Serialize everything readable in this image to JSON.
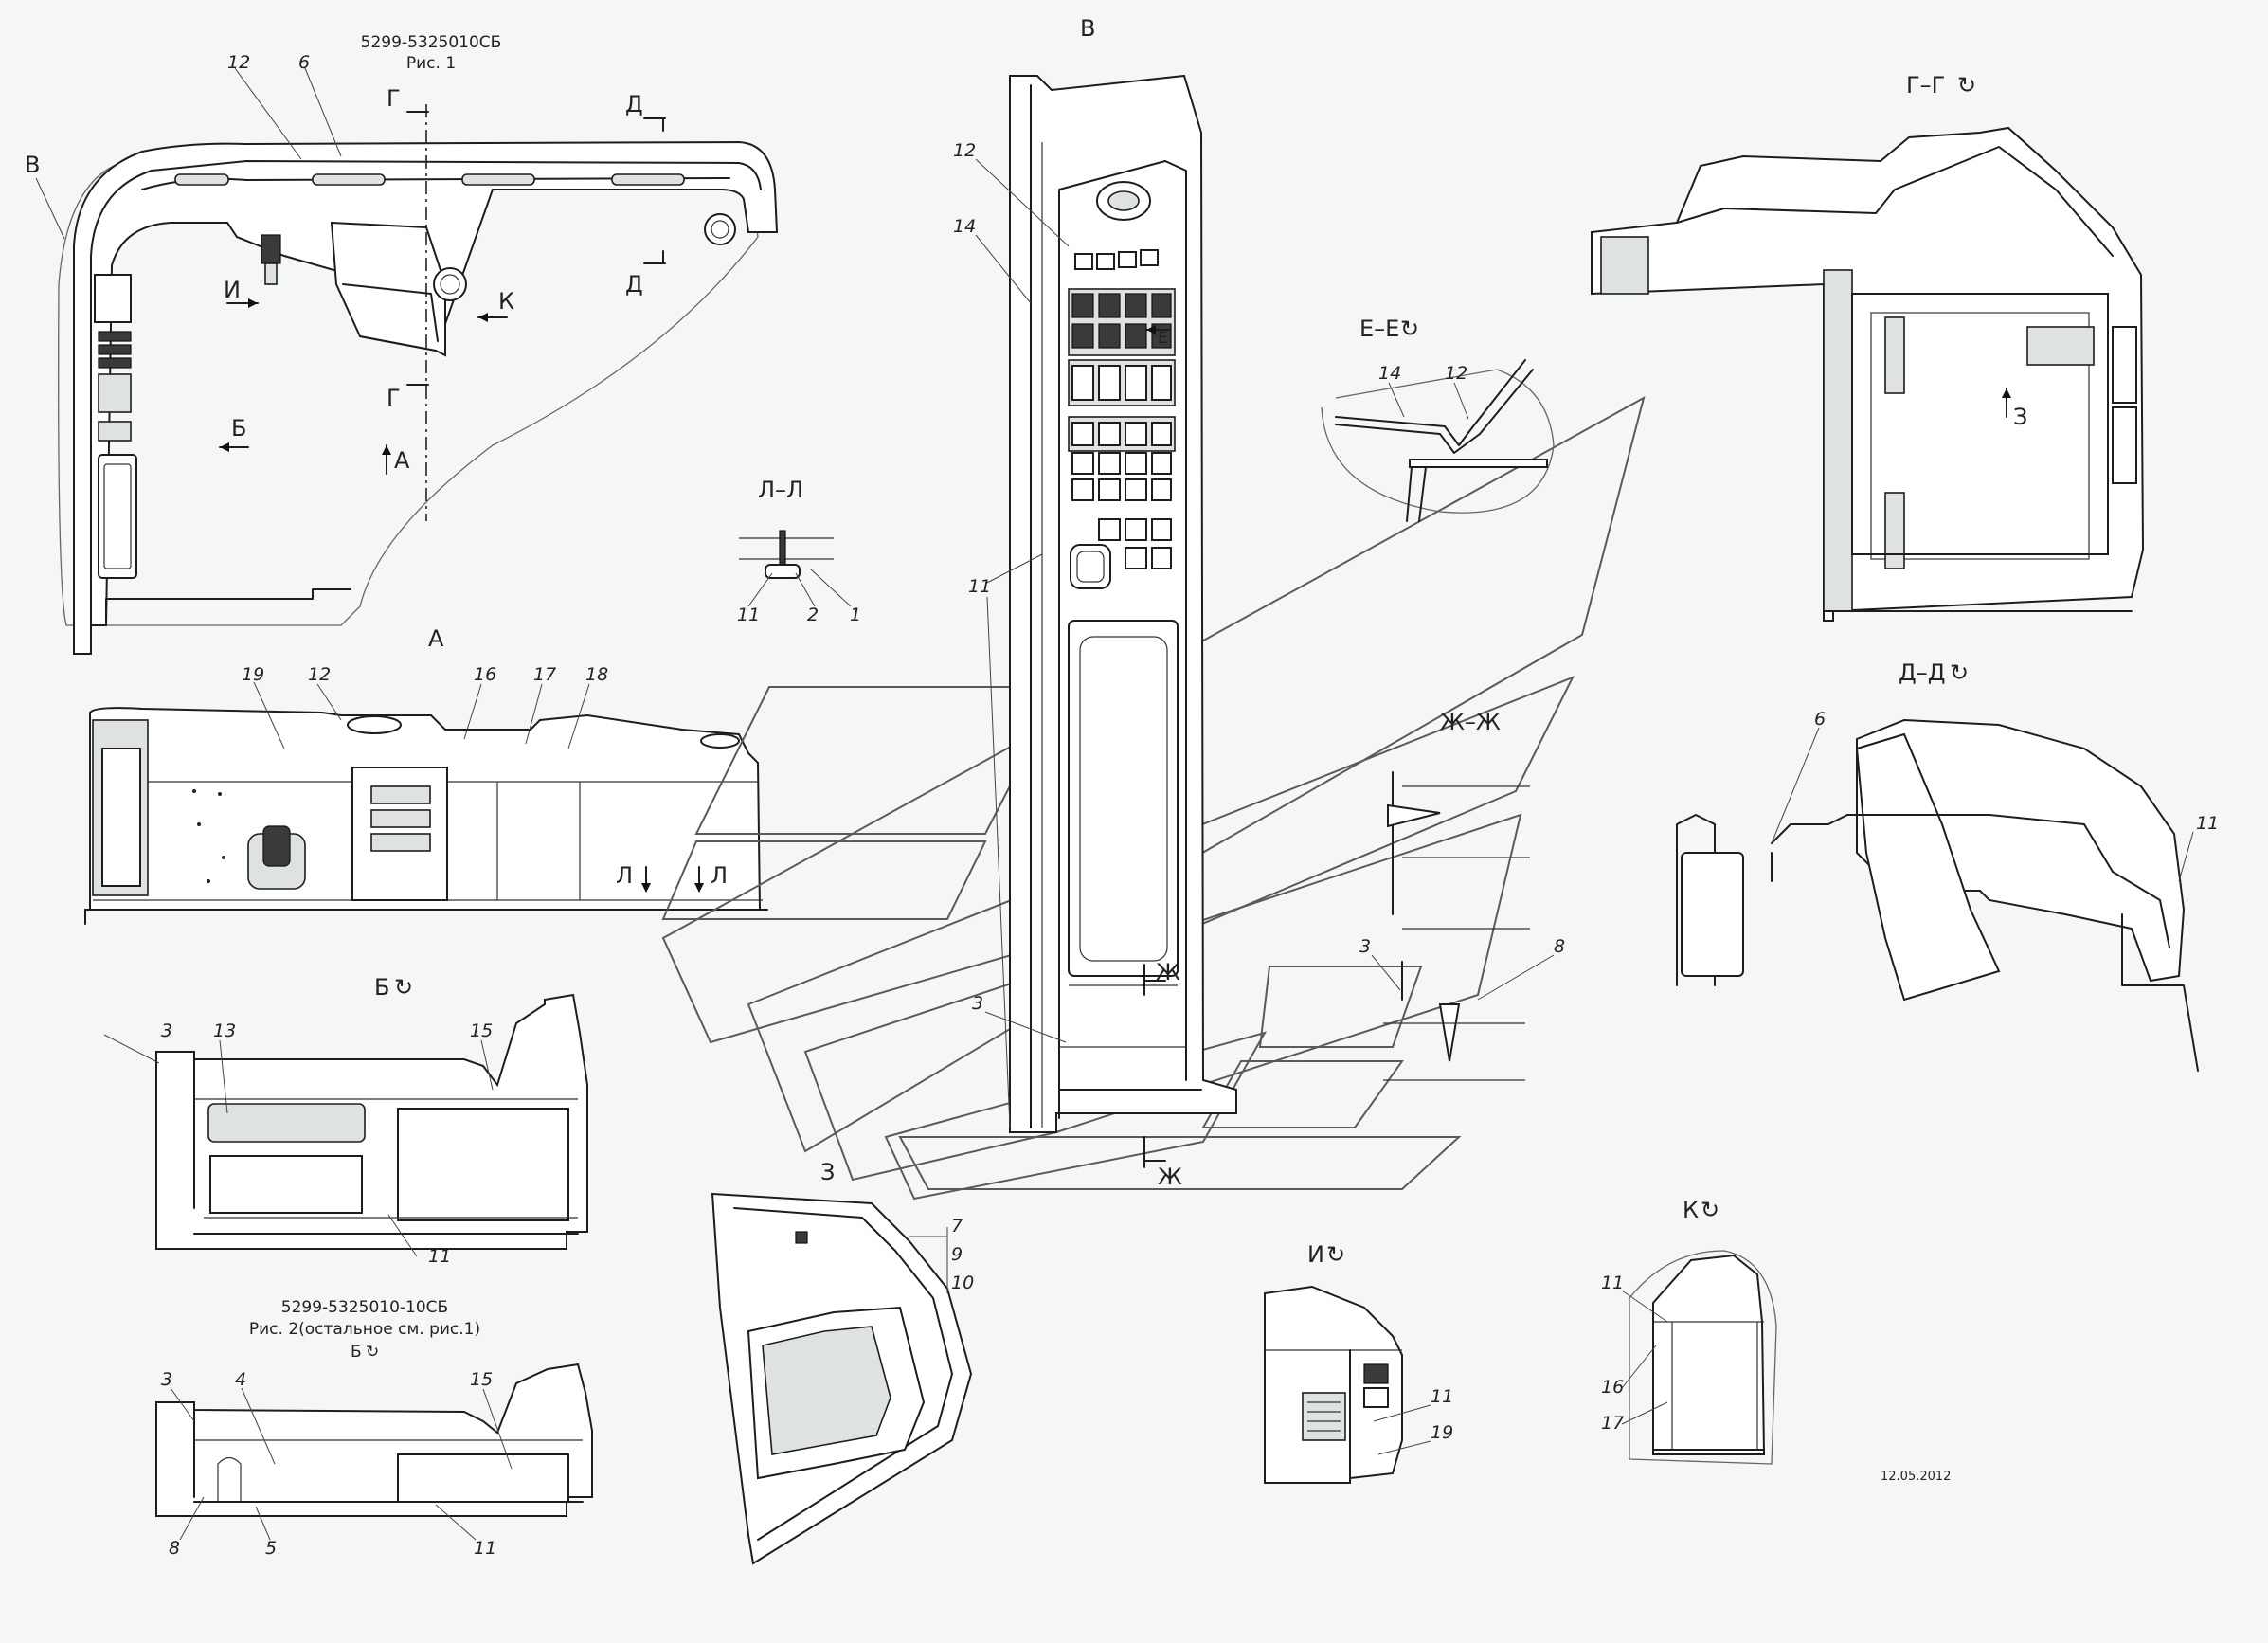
{
  "drawing": {
    "fig1_code": "5299-5325010СБ",
    "fig1_caption": "Рис. 1",
    "fig2_code": "5299-5325010-10СБ",
    "fig2_caption": "Рис. 2(остальное см. рис.1)",
    "date": "12.05.2012"
  },
  "views": {
    "plan": "В",
    "front_a": "А",
    "b_view": "Б",
    "b_view_fig2": "Б",
    "ll": "Л–Л",
    "v_view": "В",
    "ee": "Е–Е",
    "zhzh": "Ж–Ж",
    "z_view": "З",
    "gg": "Г–Г",
    "dd": "Д–Д",
    "i_view": "И",
    "k_view": "К"
  },
  "markers": {
    "g": "Г",
    "d": "Д",
    "i": "И",
    "k": "К",
    "b": "Б",
    "a": "А",
    "l": "Л",
    "zh": "Ж",
    "ee_arrow": "Е",
    "z": "З"
  },
  "rotation_symbol": "↻",
  "parts": {
    "p1": "1",
    "p2": "2",
    "p3": "3",
    "p4": "4",
    "p5": "5",
    "p6": "6",
    "p7": "7",
    "p8": "8",
    "p9": "9",
    "p10": "10",
    "p11": "11",
    "p12": "12",
    "p13": "13",
    "p14": "14",
    "p15": "15",
    "p16": "16",
    "p17": "17",
    "p18": "18",
    "p19": "19"
  }
}
